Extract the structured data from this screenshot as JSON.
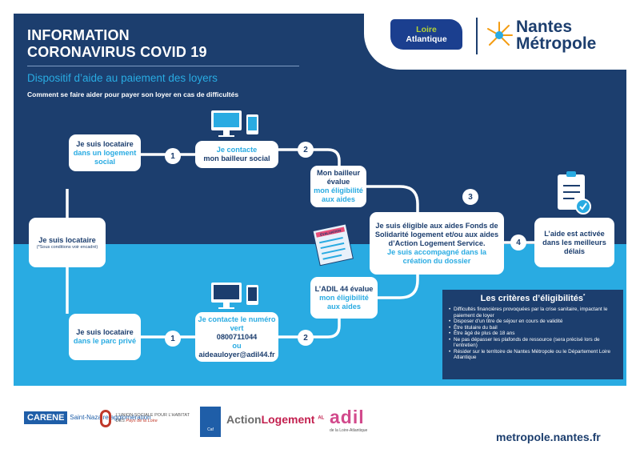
{
  "header": {
    "title_line1": "INFORMATION",
    "title_line2": "CORONAVIRUS COVID 19",
    "subtitle": "Dispositif d’aide au paiement des loyers",
    "intro": "Comment se faire aider pour payer son loyer en cas de difficultés"
  },
  "logos": {
    "loire_atlantique_line1": "Loire",
    "loire_atlantique_line2": "Atlantique",
    "nantes_line1": "Nantes",
    "nantes_line2": "Métropole"
  },
  "start": {
    "label": "Je suis locataire",
    "note": "(*Sous conditions voir encadré)"
  },
  "social": {
    "line1": "Je suis locataire",
    "line2": "dans un logement social",
    "step1": "1",
    "contact_line1": "Je contacte",
    "contact_line2": "mon bailleur social",
    "step2": "2",
    "eval_line1": "Mon bailleur évalue",
    "eval_line2": "mon éligibilité aux aides"
  },
  "private": {
    "line1": "Je suis locataire",
    "line2": "dans le parc privé",
    "step1": "1",
    "contact_line1": "Je contacte le numéro vert",
    "contact_line2": "0800711044",
    "contact_line3": "ou",
    "contact_line4": "aideauloyer@adil44.fr",
    "step2": "2",
    "eval_line1": "L’ADIL 44 évalue",
    "eval_line2": "mon éligibilité aux aides"
  },
  "eligible": {
    "step": "3",
    "line1": "Je suis éligible aux aides Fonds de Solidarité logement et/ou aux aides d’Action Logement Service.",
    "line2": "Je suis accompagné dans la création du dossier"
  },
  "activated": {
    "step": "4",
    "line1": "L’aide est activée",
    "line2": "dans les meilleurs délais"
  },
  "icons": {
    "computer": "computer-monitor-icon",
    "phone": "smartphone-icon",
    "evaluation_doc": "evaluation-document-icon",
    "clipboard": "clipboard-check-icon",
    "evaluation_label": "ÉVALUATION"
  },
  "criteria": {
    "title": "Les critères d’éligibilités",
    "title_mark": "*",
    "items": [
      "Difficultés financières provoquées par la crise sanitaire, impactant le paiement de loyer",
      "Disposer d’un titre de séjour en cours de validité",
      "Être titulaire du bail",
      "Être âgé de plus de 18 ans",
      "Ne pas dépasser les plafonds de ressource (sera précisé lors de l’entretien)",
      "Résider sur le territoire de Nantes Métropole ou le Département Loire Atlantique"
    ]
  },
  "partners": {
    "carene_1": "CARENE",
    "carene_2": "Saint-Nazaire agglomération",
    "ush_1": "L’UNION SOCIALE POUR L’HABITAT",
    "ush_2": "DES",
    "ush_3": "Pays de la Loire",
    "caf": "Caf",
    "action_1": "Action",
    "action_2": "Logement",
    "action_mark": "AL",
    "adil": "adil",
    "adil_sub": "de la Loire-Atlantique"
  },
  "footer": {
    "url": "metropole.nantes.fr"
  },
  "colors": {
    "dark_blue": "#1c3e6e",
    "light_blue": "#29abe2",
    "white": "#ffffff"
  }
}
